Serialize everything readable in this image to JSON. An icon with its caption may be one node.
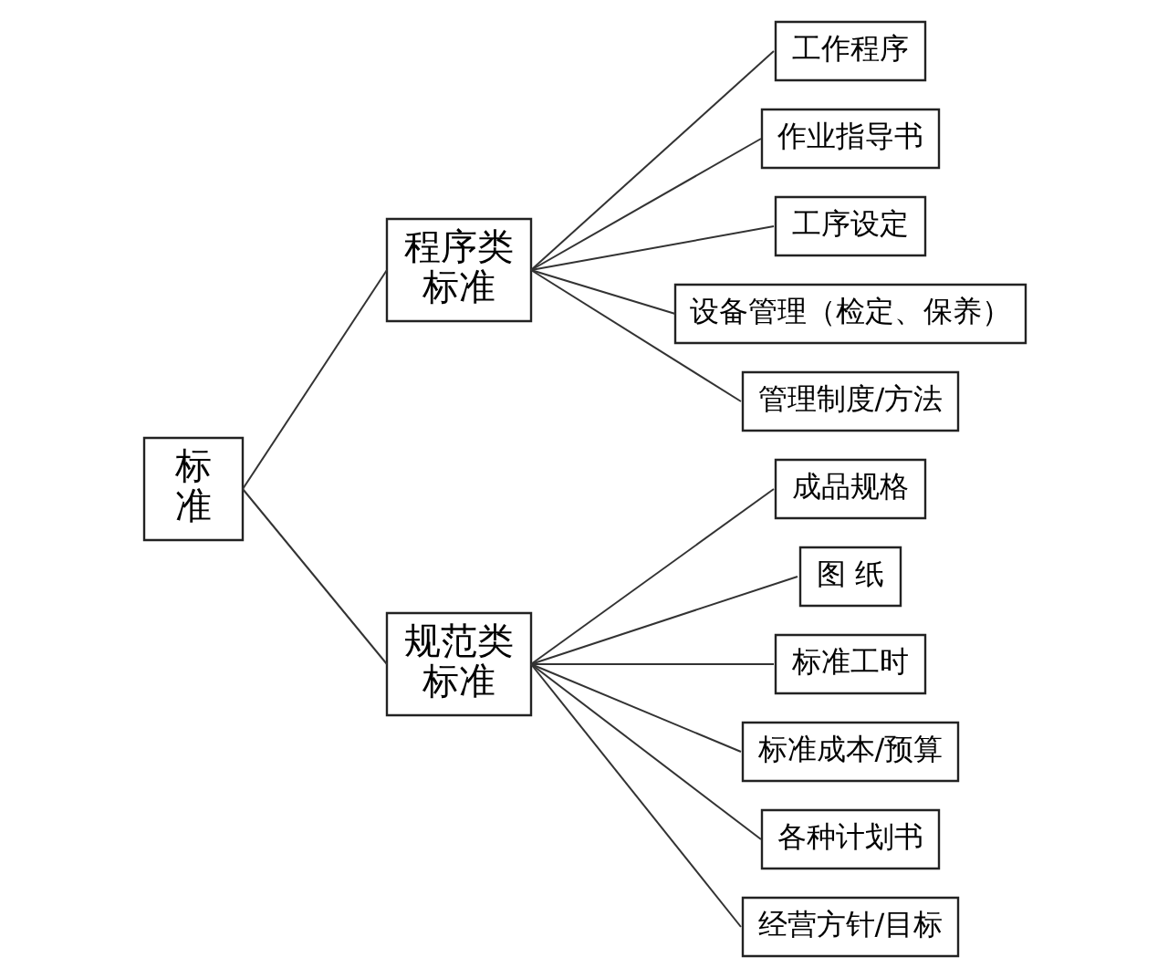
{
  "diagram": {
    "nodes": [
      {
        "text": [
          "标准"
        ]
      },
      {
        "text": [
          "程序类标准"
        ]
      },
      {
        "text": [
          "工作程序"
        ]
      },
      {
        "text": [
          "作业指导书"
        ]
      },
      {
        "text": [
          "工序设定"
        ]
      },
      {
        "text": [
          "设备管理（检定、保养）"
        ]
      },
      {
        "text": [
          "管理制度/方法"
        ]
      },
      {
        "text": [
          "规范类标准"
        ]
      },
      {
        "text": [
          "成品规格"
        ]
      },
      {
        "text": [
          "图 纸"
        ]
      },
      {
        "text": [
          "标准工时"
        ]
      },
      {
        "text": [
          "标准成本/预算"
        ]
      },
      {
        "text": [
          "各种计划书"
        ]
      },
      {
        "text": [
          "经营方针/目标"
        ]
      }
    ],
    "edges": [
      {
        "from": 0,
        "to": 1,
        "arrow": "none"
      },
      {
        "from": 0,
        "to": 7,
        "arrow": "none"
      },
      {
        "from": 1,
        "to": 2,
        "arrow": "none"
      },
      {
        "from": 1,
        "to": 3,
        "arrow": "none"
      },
      {
        "from": 1,
        "to": 4,
        "arrow": "none"
      },
      {
        "from": 1,
        "to": 5,
        "arrow": "none"
      },
      {
        "from": 1,
        "to": 6,
        "arrow": "none"
      },
      {
        "from": 7,
        "to": 8,
        "arrow": "none"
      },
      {
        "from": 7,
        "to": 9,
        "arrow": "none"
      },
      {
        "from": 7,
        "to": 10,
        "arrow": "none"
      },
      {
        "from": 7,
        "to": 11,
        "arrow": "none"
      },
      {
        "from": 7,
        "to": 12,
        "arrow": "none"
      },
      {
        "from": 7,
        "to": 13,
        "arrow": "none"
      }
    ]
  }
}
